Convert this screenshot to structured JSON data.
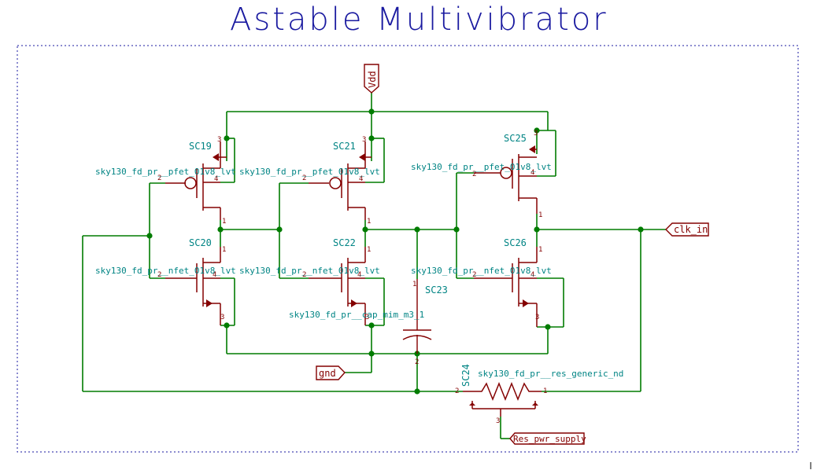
{
  "title": "Astable Multivibrator",
  "labels": {
    "vdd": "Vdd",
    "gnd": "gnd",
    "clk": "clk_in",
    "res_supply": "Res_pwr_supply"
  },
  "components": {
    "sc19": {
      "ref": "SC19",
      "value": "sky130_fd_pr__pfet_01v8_lvt"
    },
    "sc20": {
      "ref": "SC20",
      "value": "sky130_fd_pr__nfet_01v8_lvt"
    },
    "sc21": {
      "ref": "SC21",
      "value": "sky130_fd_pr__pfet_01v8_lvt"
    },
    "sc22": {
      "ref": "SC22",
      "value": "sky130_fd_pr__nfet_01v8_lvt"
    },
    "sc23": {
      "ref": "SC23",
      "value": "sky130_fd_pr__cap_mim_m3_1"
    },
    "sc24": {
      "ref": "SC24",
      "value": "sky130_fd_pr__res_generic_nd"
    },
    "sc25": {
      "ref": "SC25",
      "value": "sky130_fd_pr__pfet_01v8_lvt"
    },
    "sc26": {
      "ref": "SC26",
      "value": "sky130_fd_pr__nfet_01v8_lvt"
    }
  },
  "pins": {
    "p1": "1",
    "p2": "2",
    "p3": "3",
    "p4": "4"
  }
}
